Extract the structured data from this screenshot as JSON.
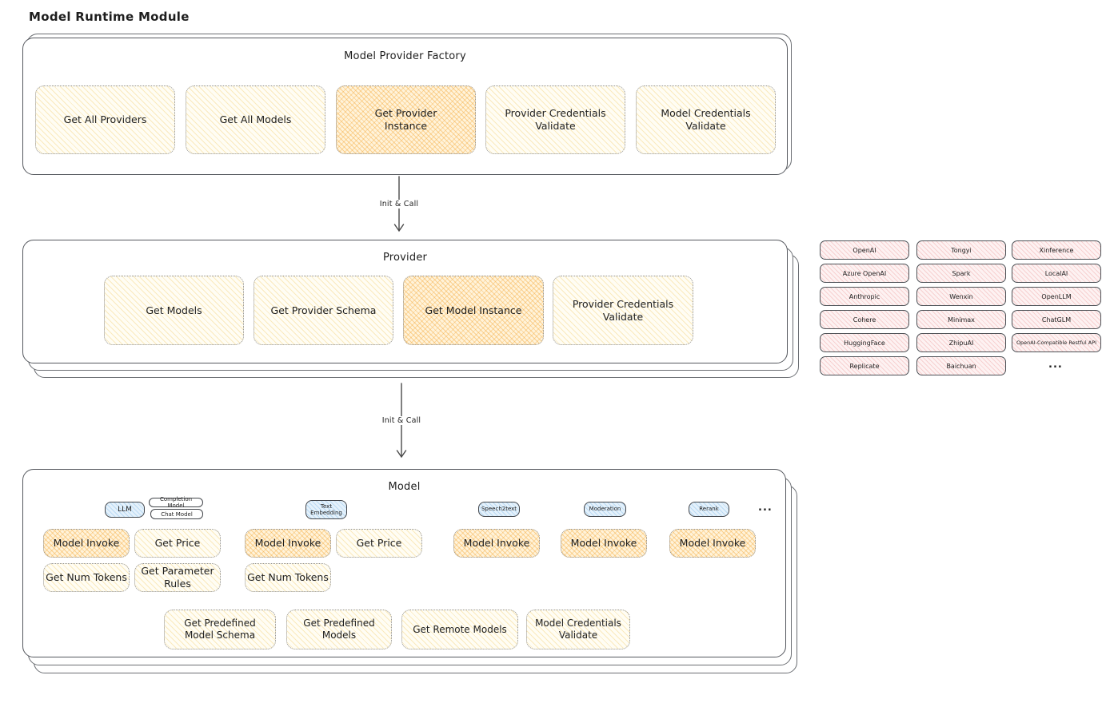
{
  "page": {
    "title": "Model Runtime Module"
  },
  "factory": {
    "title": "Model Provider Factory",
    "get_all_providers": "Get All Providers",
    "get_all_models": "Get All Models",
    "get_provider_instance": "Get Provider Instance",
    "provider_credentials_validate": "Provider Credentials Validate",
    "model_credentials_validate": "Model Credentials Validate"
  },
  "arrow1": {
    "label": "Init & Call"
  },
  "arrow2": {
    "label": "Init & Call"
  },
  "provider": {
    "title": "Provider",
    "get_models": "Get Models",
    "get_provider_schema": "Get Provider Schema",
    "get_model_instance": "Get Model Instance",
    "provider_credentials_validate": "Provider Credentials Validate"
  },
  "provider_list": {
    "columns": [
      [
        "OpenAI",
        "Azure OpenAI",
        "Anthropic",
        "Cohere",
        "HuggingFace",
        "Replicate"
      ],
      [
        "Tongyi",
        "Spark",
        "Wenxin",
        "Minimax",
        "ZhipuAI",
        "Baichuan"
      ],
      [
        "Xinference",
        "LocalAI",
        "OpenLLM",
        "ChatGLM",
        "OpenAI-Compatible Restful API"
      ]
    ],
    "more": "..."
  },
  "model": {
    "title": "Model",
    "tabs": {
      "llm": "LLM",
      "completion_model": "Completion Model",
      "chat_model": "Chat Model",
      "text_embedding": "Text Embedding",
      "speech2text": "Speech2text",
      "moderation": "Moderation",
      "rerank": "Rerank",
      "more": "..."
    },
    "functions": {
      "model_invoke": "Model Invoke",
      "get_price": "Get Price",
      "get_num_tokens": "Get Num Tokens",
      "get_parameter_rules": "Get Parameter Rules"
    },
    "bottom": {
      "get_predefined_model_schema": "Get Predefined Model Schema",
      "get_predefined_models": "Get Predefined Models",
      "get_remote_models": "Get Remote Models",
      "model_credentials_validate": "Model Credentials Validate"
    }
  },
  "colors": {
    "yellow_fill": "#fffdf4",
    "yellow_hatch": "#f2c964",
    "orange_highlight_fill": "#fff3da",
    "orange_hatch": "#f4a633",
    "pink_fill": "#fdf2f2",
    "pink_hatch": "#ec9292",
    "blue_fill": "#e4f1fb",
    "blue_hatch": "#7db7e8",
    "border_dark": "#55585e",
    "text": "#1e1e1e"
  }
}
